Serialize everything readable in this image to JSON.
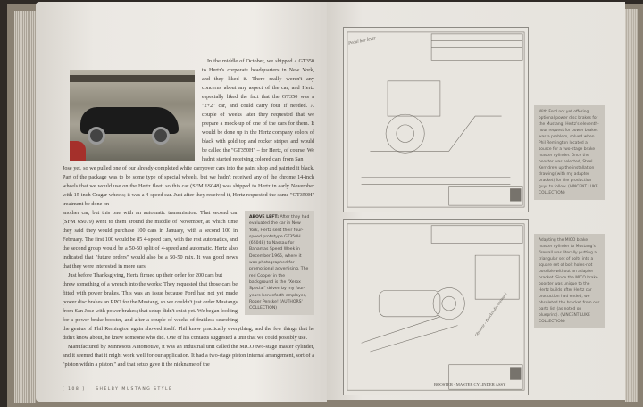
{
  "left_page": {
    "intro_paragraph": "In the middle of October, we shipped a GT350 to Hertz's corporate headquarters in New York, and they liked it. There really weren't any concerns about any aspect of the car, and Hertz especially liked the fact that the GT350 was a \"2+2\" car, and could carry four if needed. A couple of weeks later they requested that we prepare a mock-up of one of the cars for them. It would be done up in the Hertz company colors of black with gold top and rocker stripes and would be called the \"GT350H\" – for Hertz, of course. We hadn't started receiving colored cars from San",
    "paragraph_1b": "Jose yet, so we pulled one of our already-completed white carryover cars into the paint shop and painted it black. Part of the package was to be some type of special wheels, but we hadn't received any of the chrome 14-inch wheels that we would use on the Hertz fleet, so this car (SFM 6S048) was shipped to Hertz in early November with 15-inch Cragar wheels; it was a 4-speed car. Just after they received it, Hertz requested the same \"GT350H\" treatment be done on",
    "paragraph_1c": "another car, but this one with an automatic transmission. That second car (SFM 6S079) went to them around the middle of November, at which time they said they would purchase 100 cars in January, with a second 100 in February. The first 100 would be 85 4-speed cars, with the rest automatics, and the second group would be a 50-50 split of 4-speed and automatic. Hertz also indicated that \"future orders\" would also be a 50-50 mix. It was good news that they were interested in more cars.",
    "paragraph_2a": "Just before Thanksgiving, Hertz firmed up their order for 200 cars but",
    "paragraph_2b": "threw something of a wrench into the works: They requested that those cars be fitted with power brakes. This was an issue because Ford had not yet made power disc brakes an RPO for the Mustang, so we couldn't just order Mustangs from San Jose with power brakes; that setup didn't exist yet. We began looking for a power brake booster, and after a couple of weeks of fruitless searching the genius of Phil Remington again showed itself. Phil knew practically everything, and the few things that he didn't know about, he knew someone who did. One of his contacts suggested a unit that we could possibly use.",
    "paragraph_3": "Manufactured by Minnesota Automotive, it was an industrial unit called the MICO two-stage master cylinder, and it seemed that it might work well for our application. It had a two-stage piston internal arrangement, sort of a \"piston within a piston,\" and that setup gave it the nickname of the",
    "caption_label": "ABOVE LEFT:",
    "caption_text": "After they had evaluated the car in New York, Hertz sent their four-speed prototype GT350H (6S048) to Nassau for Bahamas Speed Week in December 1965, where it was photographed for promotional advertising. The red Cooper in the background is the \"Xerox Special\" driven by my four-years-henceforth employer, Roger Penske!",
    "caption_credit": "(AUTHORS' COLLECTION)",
    "folio_page": "[ 108 ]",
    "folio_title": "SHELBY MUSTANG STYLE"
  },
  "right_page": {
    "caption_top": "With Ford not yet offering optional power disc brakes for the Mustang, Hertz's eleventh-hour request for power brakes was a problem, solved when Phil Remington located a source for a two-stage brake master cylinder. Once the booster was selected, Steel Kerr drew up the installation drawing (with my adapter bracket) for the production guys to follow.",
    "caption_top_credit": "(VINCENT LUKE COLLECTION)",
    "caption_bottom": "Adapting the MICO brake master cylinder to Mustang's firewall was literally putting a triangular set of bolts into a square set of bolt holes-not possible without an adapter bracket. Since the MICO brake booster was unique to the Hertz builds after Hertz car production had ended, we obsoleted the bracket from our parts list (as noted on blueprint).",
    "caption_bottom_credit": "(VINCENT LUKE COLLECTION)",
    "drawing_title": "BOOSTER - MASTER CYLINDER ASSY",
    "handwriting_top": "Pedal bar lever",
    "handwriting_bottom": "Obsolete - Bracket discontinued"
  }
}
